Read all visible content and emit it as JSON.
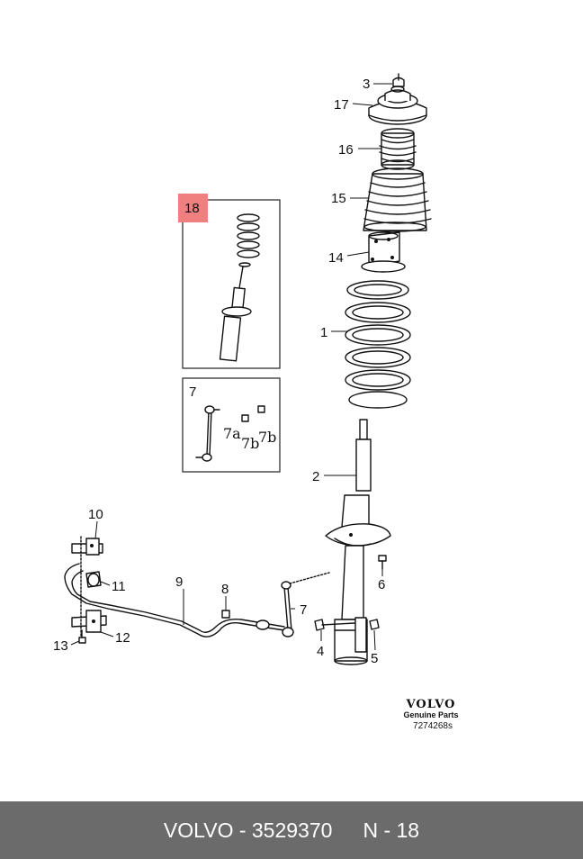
{
  "callouts": {
    "c1": "1",
    "c2": "2",
    "c3": "3",
    "c4": "4",
    "c5": "5",
    "c6": "6",
    "c7": "7",
    "c8": "8",
    "c9": "9",
    "c10": "10",
    "c11": "11",
    "c12": "12",
    "c13": "13",
    "c14": "14",
    "c15": "15",
    "c16": "16",
    "c17": "17",
    "c18": "18",
    "inset7": "7",
    "c7a": "7a",
    "c7b_mid": "7b",
    "c7b": "7b"
  },
  "highlight_color": "#f08080",
  "brand": {
    "name": "VOLVO",
    "subtitle": "Genuine Parts",
    "code": "7274268s"
  },
  "footer": {
    "part_text": "VOLVO - 3529370",
    "position_text": "N - 18"
  }
}
